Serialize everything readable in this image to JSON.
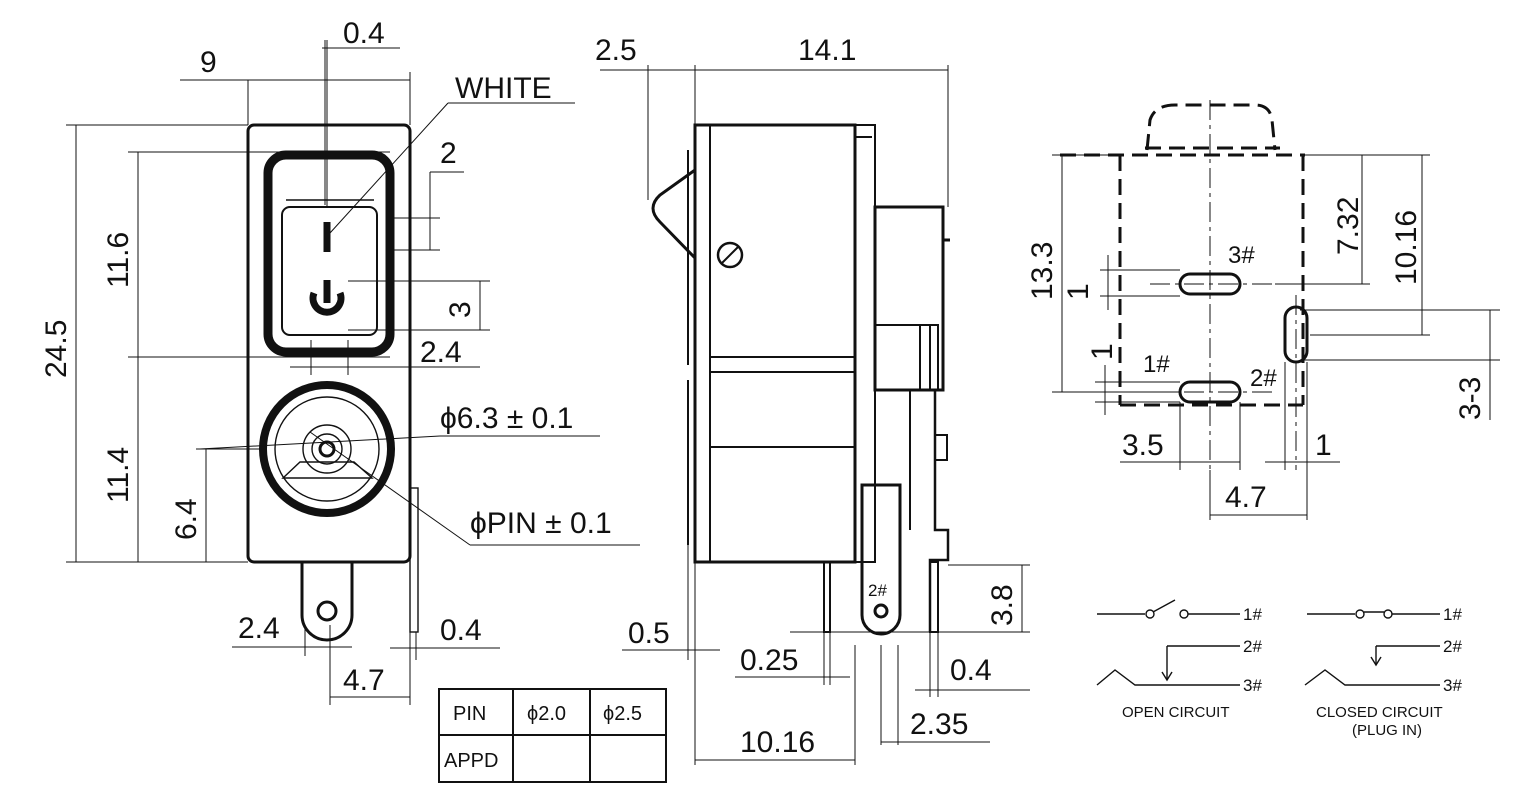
{
  "front_view": {
    "dims": {
      "d_9": "9",
      "d_0_4_top": "0.4",
      "white_label": "WHITE",
      "d_2": "2",
      "d_11_6": "11.6",
      "d_24_5": "24.5",
      "d_3": "3",
      "d_2_4_mid": "2.4",
      "d_phi63": "ϕ6.3 ± 0.1",
      "d_11_4": "11.4",
      "d_6_4": "6.4",
      "d_phipin": "ϕPIN ± 0.1",
      "d_2_4_bottom": "2.4",
      "d_0_4_bottom": "0.4",
      "d_4_7": "4.7"
    },
    "table": {
      "header": [
        "PIN",
        "ϕ2.0",
        "ϕ2.5"
      ],
      "row": [
        "APPD",
        "",
        ""
      ]
    }
  },
  "side_view": {
    "dims": {
      "d_2_5": "2.5",
      "d_14_1": "14.1",
      "d_0_5": "0.5",
      "d_0_25": "0.25",
      "d_3_8": "3.8",
      "d_0_4": "0.4",
      "d_10_16": "10.16",
      "d_2_35": "2.35",
      "pin_2": "2#"
    }
  },
  "pin_layout": {
    "dims": {
      "d_13_3": "13.3",
      "d_7_32": "7.32",
      "d_10_16": "10.16",
      "d_1_a": "1",
      "d_1_b": "1",
      "d_3_3": "3-3",
      "d_3_5": "3.5",
      "d_1_c": "1",
      "d_4_7": "4.7"
    },
    "pins": {
      "p1": "1#",
      "p2": "2#",
      "p3": "3#"
    }
  },
  "schematics": {
    "open": {
      "p1": "1#",
      "p2": "2#",
      "p3": "3#",
      "caption": "OPEN CIRCUIT"
    },
    "closed": {
      "p1": "1#",
      "p2": "2#",
      "p3": "3#",
      "caption": "CLOSED CIRCUIT",
      "caption2": "(PLUG IN)"
    }
  }
}
